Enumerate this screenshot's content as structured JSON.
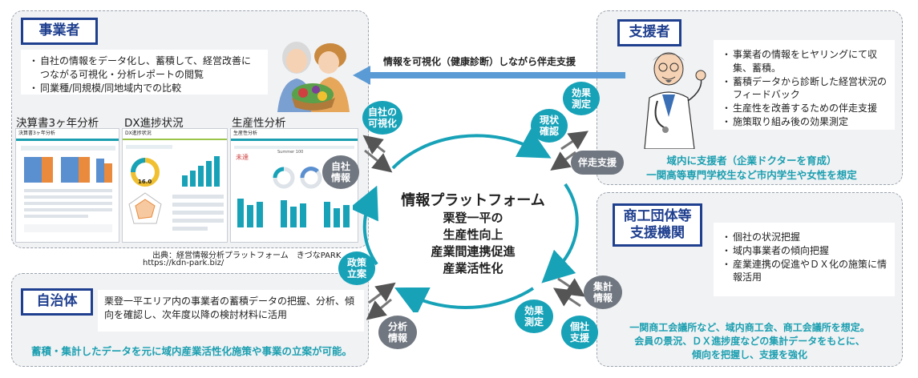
{
  "operators": {
    "title": "事業者",
    "bullets": [
      "自社の情報をデータ化し、蓄積して、経営改善につながる可視化・分析レポートの閲覧",
      "同業種/同規模/同地域内での比較"
    ],
    "charts": [
      "決算書3ヶ年分析",
      "DX進捗状況",
      "生産性分析"
    ],
    "source_line1": "出典：経営情報分析プラットフォーム　きづなPARK",
    "source_line2": "https://kdn-park.biz/"
  },
  "supporter": {
    "title": "支援者",
    "bullets": [
      "事業者の情報をヒヤリングにて収集、蓄積。",
      "蓄積データから診断した経営状況のフィードバック",
      "生産性を改善するための伴走支援",
      "施策取り組み後の効果測定"
    ],
    "note_line1": "域内に支援者（企業ドクターを育成）",
    "note_line2": "一関高等専門学校生など市内学生や女性を想定"
  },
  "arrow_label": "情報を可視化（健康診断）しながら伴走支援",
  "commerce": {
    "title_line1": "商工団体等",
    "title_line2": "支援機関",
    "bullets": [
      "個社の状況把握",
      "域内事業者の傾向把握",
      "産業連携の促進やＤＸ化の施策に情報活用"
    ],
    "note_line1": "一関商工会議所など、域内商工会、商工会議所を想定。",
    "note_line2": "会員の景況、ＤＸ進捗度などの集計データをもとに、",
    "note_line3": "傾向を把握し、支援を強化"
  },
  "municipality": {
    "title": "自治体",
    "text": "栗登一平エリア内の事業者の蓄積データの把握、分析、傾向を確認し、次年度以降の検討材料に活用",
    "note": "蓄積・集計したデータを元に域内産業活性化施策や事業の立案が可能。"
  },
  "platform": {
    "title": "情報プラットフォーム",
    "line1": "栗登一平の",
    "line2": "生産性向上",
    "line3": "産業間連携促進",
    "line4": "産業活性化"
  },
  "bubbles": {
    "self_visual_1": "自社の",
    "self_visual_2": "可視化",
    "self_info_1": "自社",
    "self_info_2": "情報",
    "status_1": "現状",
    "status_2": "確認",
    "effect_top_1": "効果",
    "effect_top_2": "測定",
    "accompany": "伴走支援",
    "policy_1": "政策",
    "policy_2": "立案",
    "analysis_1": "分析",
    "analysis_2": "情報",
    "aggregate_1": "集計",
    "aggregate_2": "情報",
    "effect_bottom_1": "効果",
    "effect_bottom_2": "測定",
    "individual_1": "個社",
    "individual_2": "支援"
  },
  "thumb_text": {
    "t1": "決算書3ヶ年分析",
    "t2": "DX進捗状況",
    "t3": "生産性分析",
    "gauge_value": "16.0",
    "t3_a": "未達",
    "t3_b": "Summer 100"
  },
  "colors": {
    "navy": "#1f3f8f",
    "teal": "#17a2b8",
    "gray": "#707780",
    "arrow_blue": "#5b9bd5"
  }
}
